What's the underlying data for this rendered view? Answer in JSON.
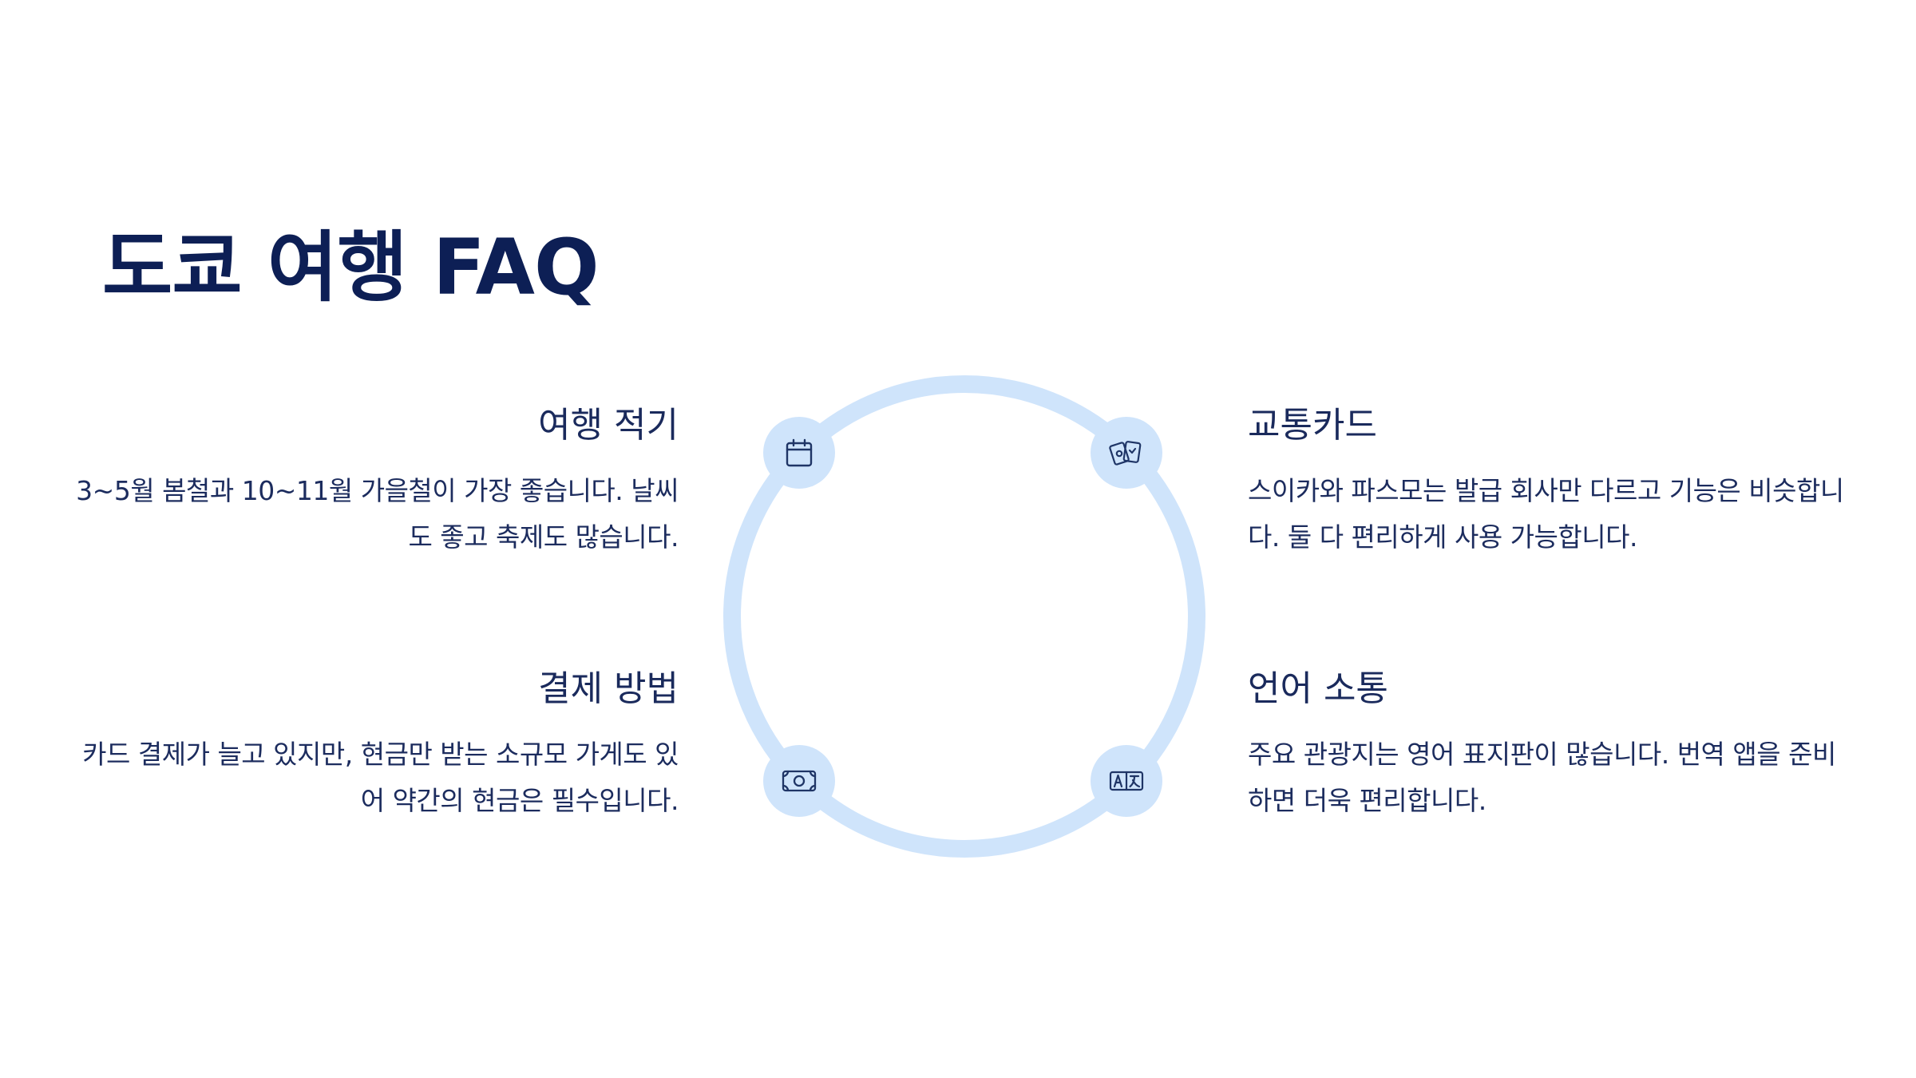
{
  "title": "도쿄 여행 FAQ",
  "colors": {
    "title": "#0d1f55",
    "text": "#1c2c5e",
    "ring": "#cfe4fb",
    "icon": "#1f3566"
  },
  "faq": [
    {
      "heading": "여행 적기",
      "body": "3~5월 봄철과 10~11월 가을철이 가장 좋습니다. 날씨도 좋고 축제도 많습니다.",
      "icon": "calendar-icon"
    },
    {
      "heading": "교통카드",
      "body": "스이카와 파스모는 발급 회사만 다르고 기능은 비슷합니다. 둘 다 편리하게 사용 가능합니다.",
      "icon": "cards-icon"
    },
    {
      "heading": "결제 방법",
      "body": "카드 결제가 늘고 있지만, 현금만 받는 소규모 가게도 있어 약간의 현금은 필수입니다.",
      "icon": "banknote-icon"
    },
    {
      "heading": "언어 소통",
      "body": "주요 관광지는 영어 표지판이 많습니다. 번역 앱을 준비하면 더욱 편리합니다.",
      "icon": "translate-icon"
    }
  ]
}
